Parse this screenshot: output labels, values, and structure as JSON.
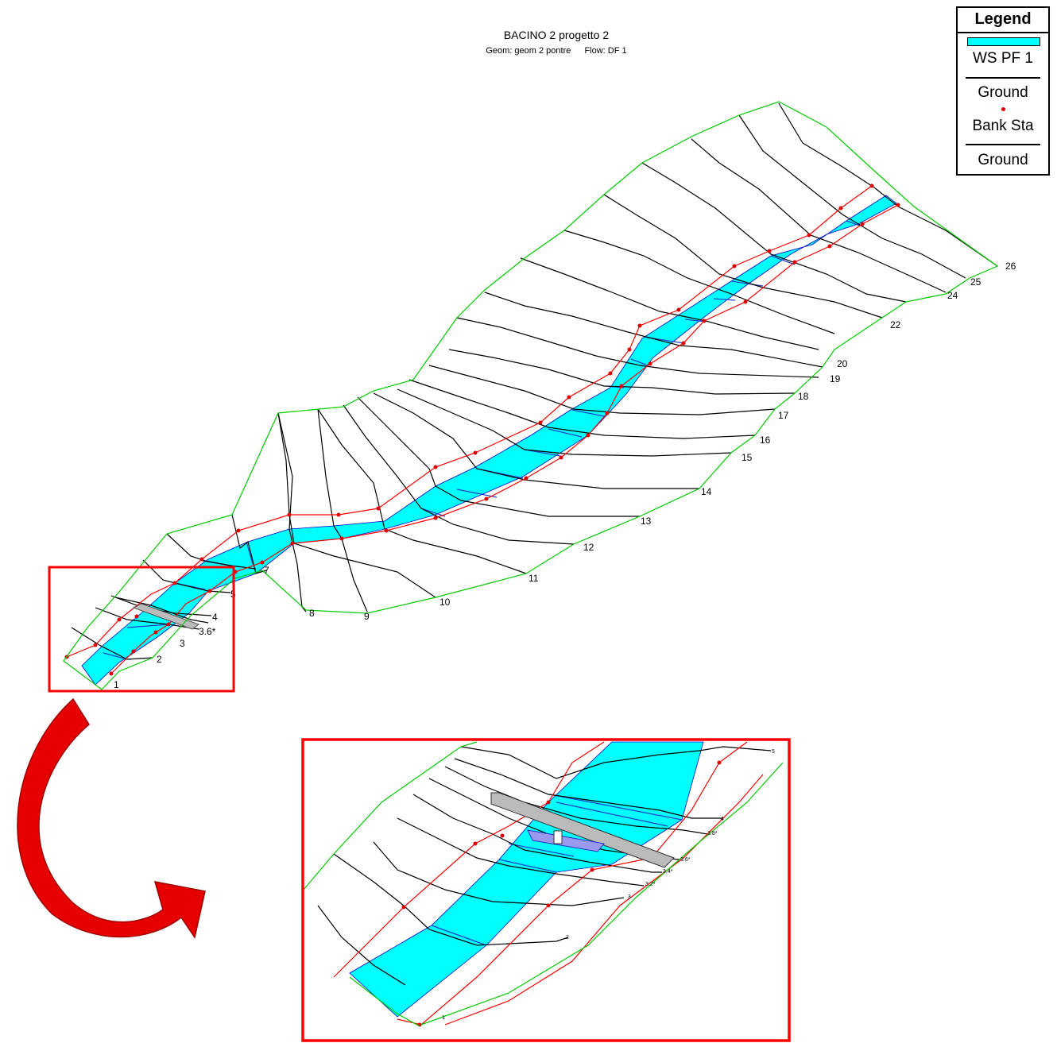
{
  "title": "BACINO 2 progetto 2",
  "subtitle": {
    "geom": "Geom: geom 2 pontre",
    "flow": "Flow: DF 1"
  },
  "legend": {
    "title": "Legend",
    "items": [
      "WS PF 1",
      "Ground",
      "Bank Sta",
      "Ground"
    ]
  },
  "colors": {
    "water_surface": "#00ffff",
    "ground": "#000000",
    "bank_station": "#ff0000",
    "outline": "#00cc00",
    "highlight": "#ff0000"
  },
  "stations": [
    "1",
    "2",
    "3",
    "3.6*",
    "4",
    "5",
    "7",
    "8",
    "9",
    "10",
    "11",
    "12",
    "13",
    "14",
    "15",
    "16",
    "17",
    "18",
    "19",
    "20",
    "22",
    "24",
    "25",
    "26"
  ],
  "inset_stations": [
    "1",
    "2",
    "3",
    "3.2*",
    "3.4*",
    "3.6*",
    "3.8*",
    "4",
    "5"
  ]
}
